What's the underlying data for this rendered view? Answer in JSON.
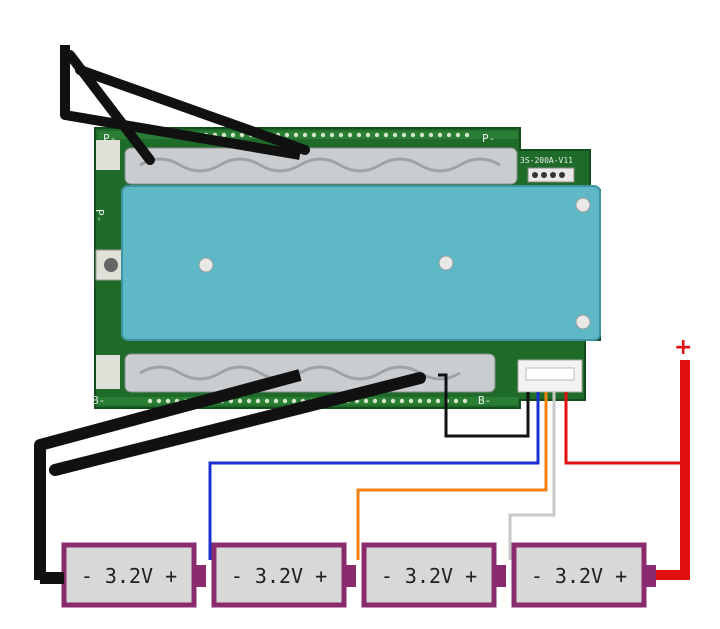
{
  "board": {
    "model": "3S-200A-V11",
    "pad_p_minus_top_left": "P-",
    "pad_p_minus_top_right": "P-",
    "pad_p_minus_side": "P-",
    "pad_b_minus_bottom_left": "B-",
    "pad_b_minus_bottom_right": "B-"
  },
  "cells": [
    {
      "label": "- 3.2V +"
    },
    {
      "label": "- 3.2V +"
    },
    {
      "label": "- 3.2V +"
    },
    {
      "label": "- 3.2V +"
    }
  ],
  "positive_terminal": {
    "label": "+"
  },
  "colors": {
    "pcb": "#1f6b2a",
    "heatsink": "#5fb8c6",
    "cell_border": "#8a2b6e",
    "cell_fill": "#d8d8d8",
    "wire_black": "#111111",
    "wire_blue": "#1b2fd0",
    "wire_orange": "#f08010",
    "wire_white": "#c8c8c8",
    "wire_red": "#e01010"
  }
}
